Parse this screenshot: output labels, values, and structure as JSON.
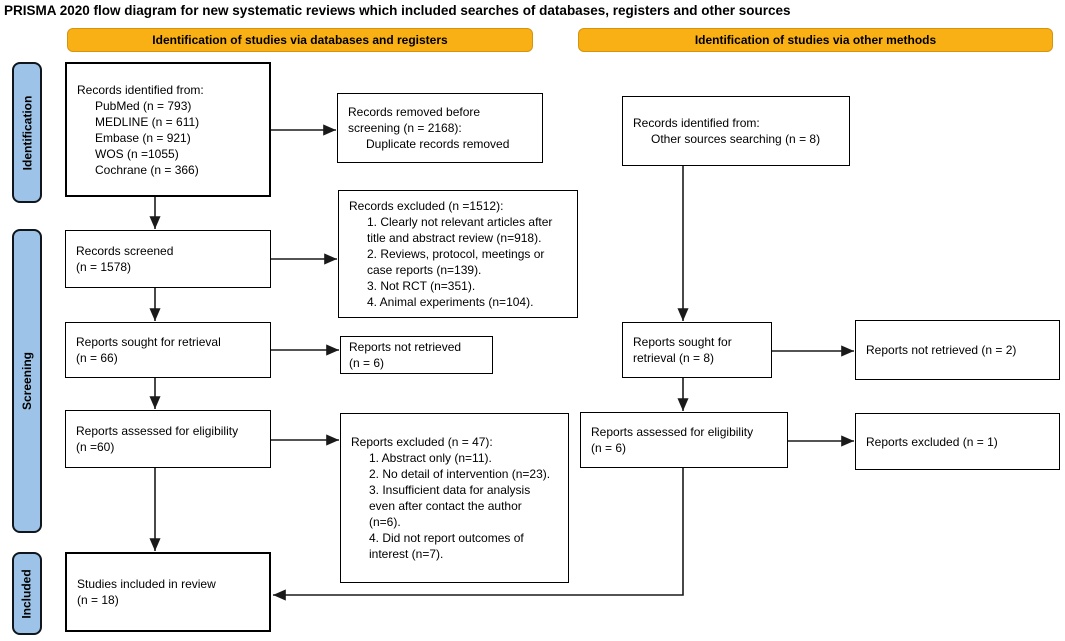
{
  "title": "PRISMA 2020 flow diagram for new systematic reviews which included searches of databases, registers and other sources",
  "headers": {
    "databases": "Identification of studies via databases and registers",
    "other": "Identification of studies via other methods"
  },
  "sidebar": {
    "identification": "Identification",
    "screening": "Screening",
    "included": "Included"
  },
  "boxes": {
    "records_identified_db": {
      "title": "Records identified from:",
      "items": [
        "PubMed (n = 793)",
        "MEDLINE (n = 611)",
        "Embase (n = 921)",
        "WOS (n =1055)",
        "Cochrane (n = 366)"
      ]
    },
    "records_removed": {
      "title": "Records removed before screening (n = 2168):",
      "items": [
        "Duplicate records removed"
      ]
    },
    "records_screened": {
      "line1": "Records screened",
      "line2": "(n = 1578)"
    },
    "records_excluded": {
      "title": "Records excluded (n =1512):",
      "items": [
        "1. Clearly not relevant articles after title and abstract review (n=918).",
        "2. Reviews, protocol, meetings or case reports (n=139).",
        "3. Not RCT (n=351).",
        "4. Animal experiments (n=104)."
      ]
    },
    "reports_sought_db": {
      "line1": "Reports sought for retrieval",
      "line2": "(n = 66)"
    },
    "reports_not_retrieved_db": {
      "line1": "Reports not retrieved",
      "line2": "(n = 6)"
    },
    "reports_assessed_db": {
      "line1": "Reports assessed for eligibility",
      "line2": "(n =60)"
    },
    "reports_excluded_db": {
      "title": "Reports excluded (n = 47):",
      "items": [
        "1. Abstract only (n=11).",
        "2. No detail of intervention (n=23).",
        "3. Insufficient data for analysis even after contact the author (n=6).",
        "4. Did not report outcomes of interest (n=7)."
      ]
    },
    "studies_included": {
      "line1": "Studies included in review",
      "line2": "(n = 18)"
    },
    "records_identified_other": {
      "title": "Records identified from:",
      "items": [
        "Other sources searching (n = 8)"
      ]
    },
    "reports_sought_other": {
      "line1": "Reports sought for",
      "line2": "retrieval (n = 8)"
    },
    "reports_not_retrieved_other": {
      "text": "Reports not retrieved (n = 2)"
    },
    "reports_assessed_other": {
      "line1": "Reports assessed for eligibility",
      "line2": "(n = 6)"
    },
    "reports_excluded_other": {
      "text": "Reports excluded (n = 1)"
    }
  },
  "colors": {
    "header_fill": "#F9B014",
    "header_border": "#D8930D",
    "sidebar_fill": "#9DC4E8",
    "box_border": "#000000",
    "arrow": "#1A1A1A"
  }
}
